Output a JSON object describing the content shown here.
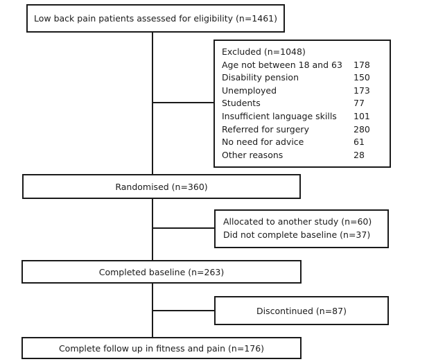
{
  "flowchart": {
    "assessed": "Low back pain patients assessed for eligibility (n=1461)",
    "excluded": {
      "title": "Excluded (n=1048)",
      "reasons": [
        {
          "label": "Age not between 18 and 63",
          "count": "178"
        },
        {
          "label": "Disability pension",
          "count": "150"
        },
        {
          "label": "Unemployed",
          "count": "173"
        },
        {
          "label": "Students",
          "count": "77"
        },
        {
          "label": "Insufficient language skills",
          "count": "101"
        },
        {
          "label": "Referred for surgery",
          "count": "280"
        },
        {
          "label": "No need for advice",
          "count": "61"
        },
        {
          "label": "Other reasons",
          "count": "28"
        }
      ]
    },
    "randomised": "Randomised (n=360)",
    "allocation": {
      "lines": [
        "Allocated to another study (n=60)",
        "Did not complete baseline (n=37)"
      ]
    },
    "baseline": "Completed baseline (n=263)",
    "discontinued": "Discontinued (n=87)",
    "followup": "Complete follow up in fitness and pain (n=176)"
  }
}
